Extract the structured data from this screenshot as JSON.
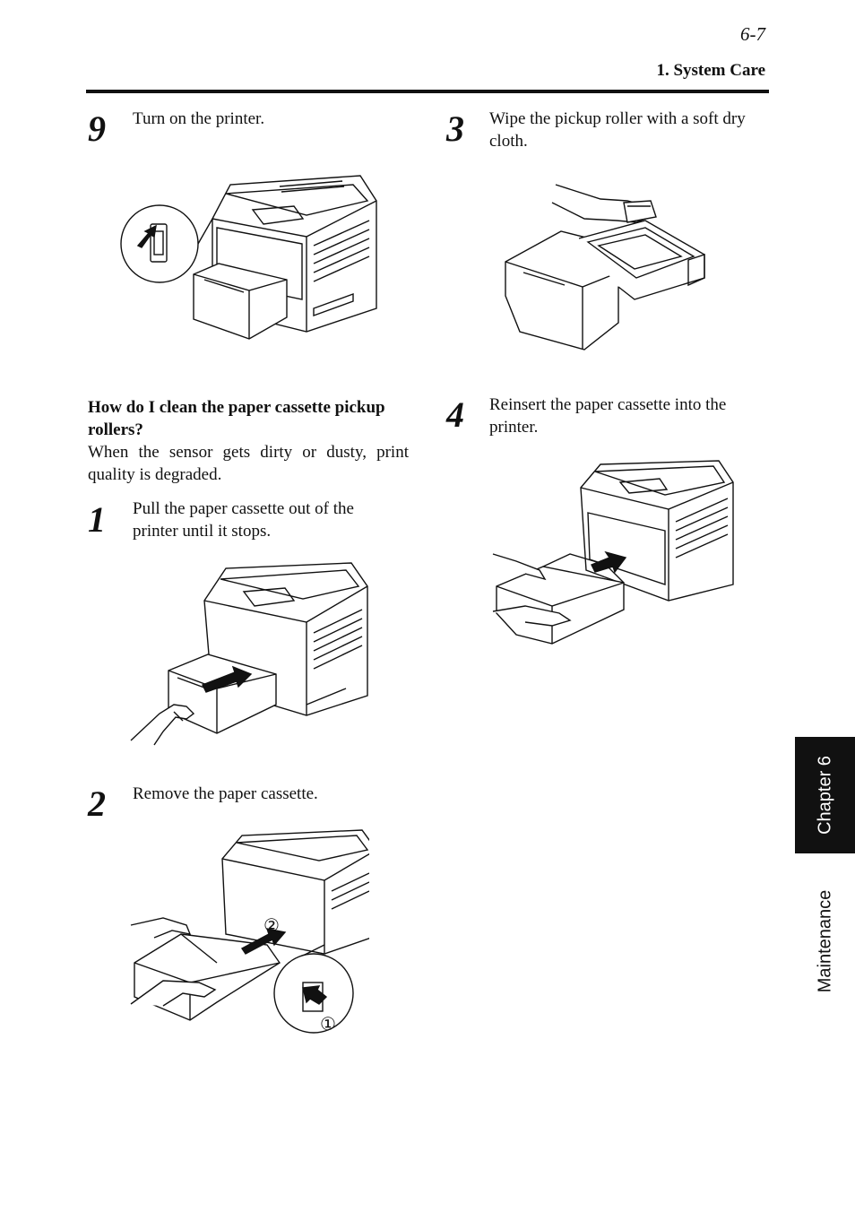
{
  "header": {
    "page_number": "6-7",
    "section_title": "1. System Care"
  },
  "left": {
    "step9": {
      "number": "9",
      "text": "Turn on the printer."
    },
    "question": {
      "title": "How do I clean the paper cassette pickup rollers?",
      "body": "When the sensor gets dirty or dusty, print quality is degraded."
    },
    "step1": {
      "number": "1",
      "text": "Pull the paper cassette out of the printer until it stops."
    },
    "step2": {
      "number": "2",
      "text": "Remove the paper cassette."
    }
  },
  "right": {
    "step3": {
      "number": "3",
      "text": "Wipe the pickup roller with a soft dry cloth."
    },
    "step4": {
      "number": "4",
      "text": "Reinsert the paper cassette into the printer."
    }
  },
  "callouts": {
    "c1": "①",
    "c2": "②"
  },
  "side_tab": {
    "chapter": "Chapter 6",
    "section": "Maintenance"
  }
}
